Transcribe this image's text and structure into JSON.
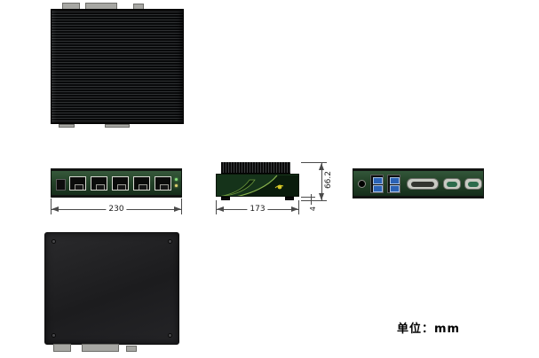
{
  "diagram": {
    "unit_label": "单位：mm",
    "dim_front_width": "230",
    "dim_side_depth": "173",
    "dim_height": "66.2",
    "dim_foot": "4"
  },
  "colors": {
    "background": "#ffffff",
    "chassis_black": "#1b1b1d",
    "heatsink_fin_dark": "#08090a",
    "heatsink_fin_light": "#2f3133",
    "panel_green": "#254329",
    "panel_green_light": "#36593b",
    "usb_blue": "#2b62b5",
    "connector_silver": "#c9cbc3",
    "serial_insert_green": "#2d6b4c",
    "dimension_line": "#4a4a4a",
    "text": "#111111"
  }
}
